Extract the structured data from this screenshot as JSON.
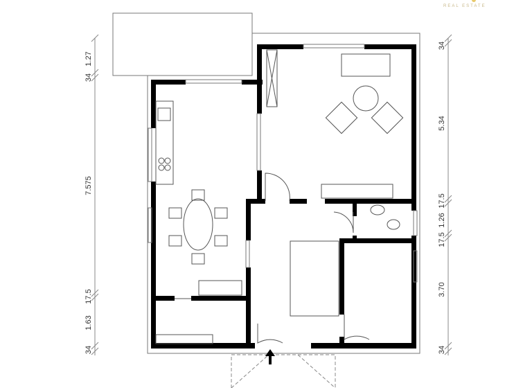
{
  "brand": {
    "text": "REAL ESTATE",
    "accent_color": "#c8b98a"
  },
  "dimensions": {
    "left": [
      "1.27",
      "34",
      "7.575",
      "17.5",
      "1.63",
      "34"
    ],
    "right": [
      "34",
      "5.34",
      "17.5",
      "1.26",
      "17.5",
      "3.70",
      "34"
    ]
  },
  "colors": {
    "wall": "#000000",
    "line": "#555555",
    "background": "#ffffff"
  }
}
